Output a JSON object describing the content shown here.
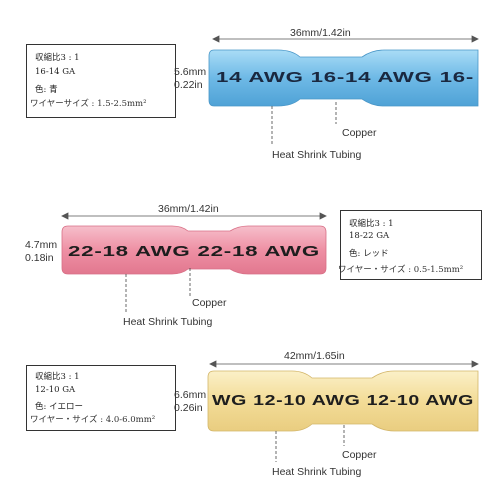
{
  "connectors": [
    {
      "id": "blue",
      "spec": {
        "ratio": "収縮比3 : 1",
        "gauge": "16-14 GA",
        "color": "色: 青",
        "wire": "ワイヤーサイズ : 1.5-2.5mm²"
      },
      "length": "36mm/1.42in",
      "diameter_mm": "5.6mm",
      "diameter_in": "0.22in",
      "print": "14 AWG  16-14 AWG  16-",
      "label_copper": "Copper",
      "label_tubing": "Heat Shrink Tubing",
      "tube_color": "#7cc2ea"
    },
    {
      "id": "red",
      "spec": {
        "ratio": "収縮比3 : 1",
        "gauge": "18-22 GA",
        "color": "色: レッド",
        "wire": "ワイヤー・サイズ : 0.5-1.5mm²"
      },
      "length": "36mm/1.42in",
      "diameter_mm": "4.7mm",
      "diameter_in": "0.18in",
      "print": "22-18 AWG  22-18 AWG",
      "label_copper": "Copper",
      "label_tubing": "Heat Shrink Tubing",
      "tube_color": "#ef9aac"
    },
    {
      "id": "yellow",
      "spec": {
        "ratio": "収縮比3 : 1",
        "gauge": "12-10 GA",
        "color": "色: イエロー",
        "wire": "ワイヤー・サイズ : 4.0-6.0mm²"
      },
      "length": "42mm/1.65in",
      "diameter_mm": "6.6mm",
      "diameter_in": "0.26in",
      "print": "WG  12-10 AWG  12-10 AWG",
      "label_copper": "Copper",
      "label_tubing": "Heat Shrink Tubing",
      "tube_color": "#f4e2a4"
    }
  ]
}
